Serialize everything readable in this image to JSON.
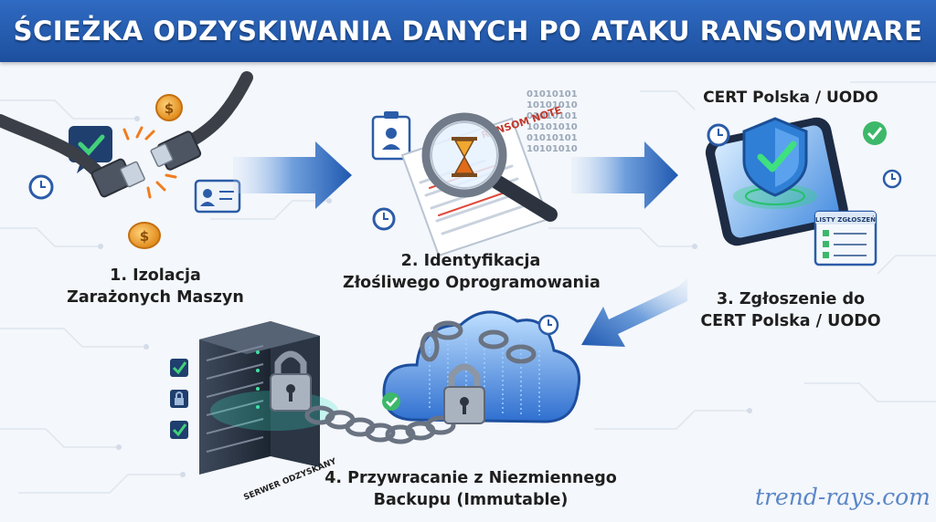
{
  "title": "ŚCIEŻKA ODZYSKIWANIA DANYCH PO ATAKU RANSOMWARE",
  "steps": [
    {
      "line1": "1. Izolacja",
      "line2": "Zarażonych Maszyn"
    },
    {
      "line1": "2. Identyfikacja",
      "line2": "Złośliwego Oprogramowania"
    },
    {
      "line1": "3. Zgłoszenie do",
      "line2": "CERT Polska / UODO"
    },
    {
      "line1": "4. Przywracanie z Niezmiennego",
      "line2": "Backupu (Immutable)"
    }
  ],
  "cert_heading": "CERT Polska / UODO",
  "ransom_note_label": "RANSOM NOTE",
  "binary_lines": [
    "01010101",
    "10101010",
    "01010101",
    "10101010",
    "01010101",
    "10101010"
  ],
  "report_list_label": "LISTY ZGŁOSZEŃ",
  "server_label": "SERWER ODZYSKANY",
  "watermark": "trend-rays.com",
  "icons": [
    "check-icon",
    "clock-icon",
    "coin-icon",
    "id-card-icon",
    "ethernet-cable-icon",
    "magnifier-icon",
    "hourglass-icon",
    "document-icon",
    "phone-icon",
    "shield-icon",
    "checklist-icon",
    "server-icon",
    "padlock-icon",
    "chain-icon",
    "cloud-icon",
    "arrow-icon"
  ],
  "colors": {
    "title_bar": "#2360b0",
    "arrow": "#2a62b8",
    "check_green": "#3db86a",
    "shield_blue": "#2f7fd6",
    "coin": "#f0a830"
  }
}
